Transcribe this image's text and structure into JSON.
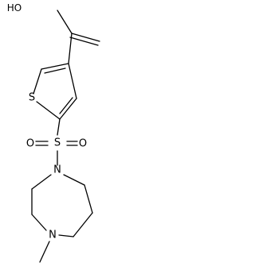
{
  "labels": {
    "hydroxyl": "HO",
    "sulfur_ring": "S",
    "sulfonyl_sulfur": "S",
    "sulfonyl_oxygen_left": "O",
    "sulfonyl_oxygen_right": "O",
    "nitrogen_top": "N",
    "nitrogen_bottom": "N"
  }
}
